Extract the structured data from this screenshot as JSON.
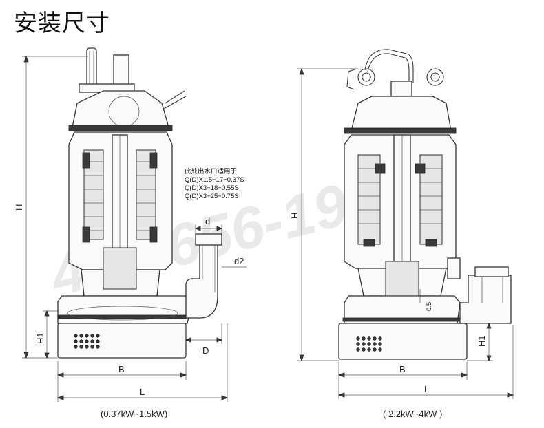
{
  "title": "安装尺寸",
  "watermark": "400-656-1993",
  "left_pump": {
    "note_lines": [
      "此处出水口适用于",
      "Q(D)X1.5−17−0.37S",
      "Q(D)X3−18−0.55S",
      "Q(D)X3−25−0.75S"
    ],
    "dims": {
      "H": "H",
      "H1": "H1",
      "B": "B",
      "L": "L",
      "D": "D",
      "d": "d",
      "d2": "d2"
    },
    "caption": "(0.37kW~1.5kW)"
  },
  "right_pump": {
    "dims": {
      "H": "H",
      "H1": "H1",
      "B": "B",
      "L": "L",
      "tag": "0.5"
    },
    "caption": "( 2.2kW~4kW )"
  }
}
